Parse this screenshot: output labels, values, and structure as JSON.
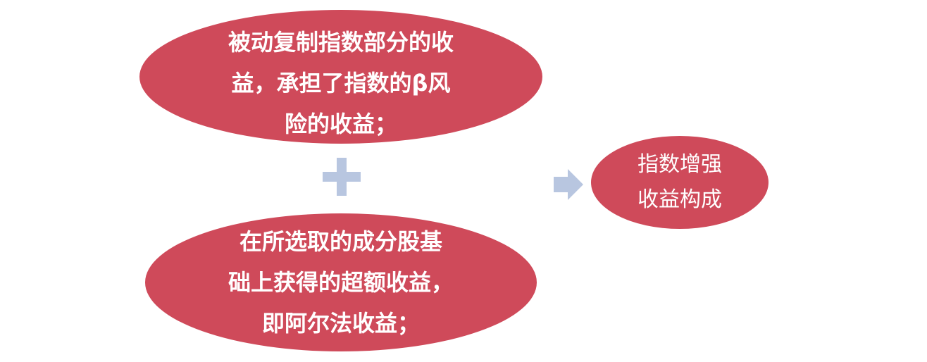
{
  "diagram": {
    "top_node": {
      "text": "被动复制指数部分的收\n益，承担了指数的β风\n险的收益；"
    },
    "bottom_node": {
      "text": "在所选取的成分股基\n础上获得的超额收益，\n即阿尔法收益；"
    },
    "result_node": {
      "text": "指数增强\n收益构成"
    },
    "operators": {
      "plus_icon": "plus-icon",
      "arrow_icon": "arrow-right-icon"
    },
    "colors": {
      "node_fill": "#cf4a5a",
      "node_text": "#ffffff",
      "operator_fill": "#b8c6e0"
    }
  }
}
